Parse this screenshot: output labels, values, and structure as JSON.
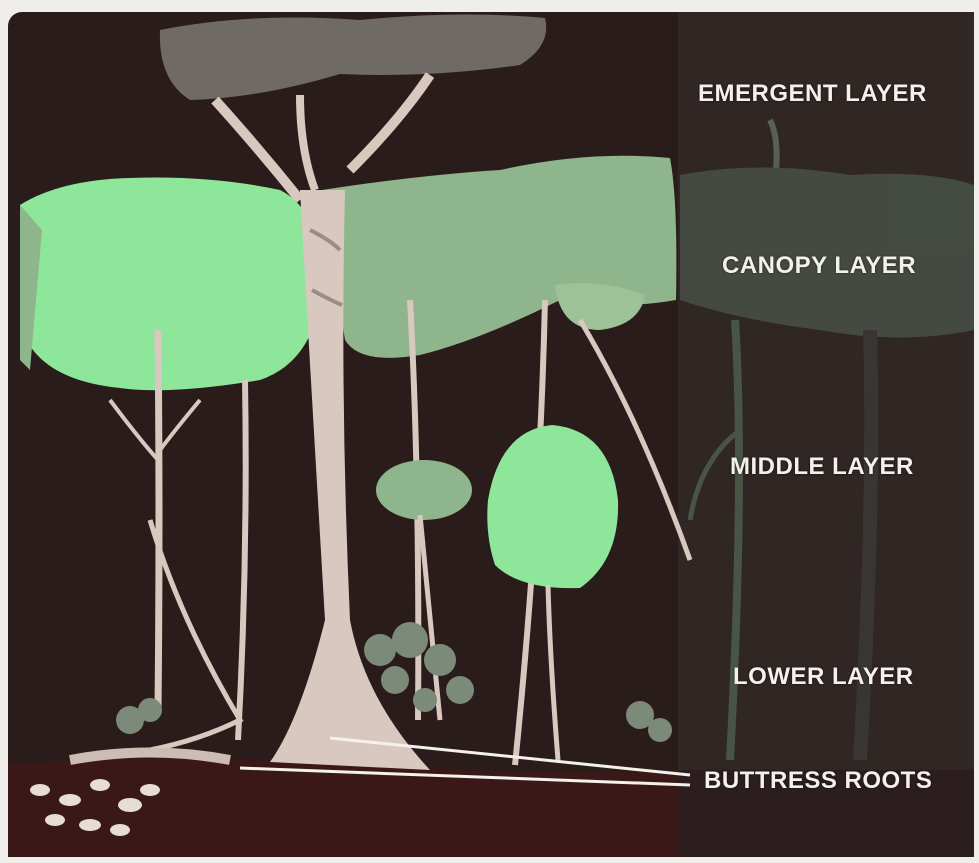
{
  "diagram": {
    "labels": {
      "emergent": "EMERGENT LAYER",
      "canopy": "CANOPY LAYER",
      "middle": "MIDDLE LAYER",
      "lower": "LOWER LAYER",
      "buttress": "BUTTRESS ROOTS"
    },
    "colors": {
      "background": "#2a1c1a",
      "right_panel": "#2e2422",
      "bright_foliage": "#8ee69a",
      "pale_foliage": "#8fb58c",
      "emergent_foliage": "#6f6a66",
      "trunk": "#d8c8bf",
      "ground": "#3a1818",
      "label_text": "#f4f1ec"
    }
  }
}
